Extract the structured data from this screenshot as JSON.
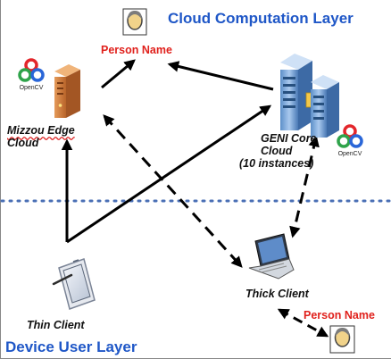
{
  "layers": {
    "top": "Cloud Computation Layer",
    "bottom": "Device User Layer"
  },
  "nodes": {
    "edge_cloud": {
      "line1": "Mizzou Edge",
      "line2": "Cloud"
    },
    "core_cloud": {
      "line1": "GENI Core",
      "line2": "Cloud",
      "line3": "(10 instances)"
    },
    "thin_client": "Thin Client",
    "thick_client": "Thick Client"
  },
  "person_labels": {
    "top": "Person Name",
    "bottom": "Person Name"
  },
  "opencv_logo_text": "OpenCV",
  "icons": [
    "person-avatar-icon",
    "opencv-logo-icon",
    "edge-server-icon",
    "server-rack-icon",
    "tablet-icon",
    "laptop-icon"
  ],
  "colors": {
    "layer_title": "#1f57c7",
    "person_label": "#e0211c",
    "divider": "#4a6fb5",
    "arrow": "#000000"
  }
}
